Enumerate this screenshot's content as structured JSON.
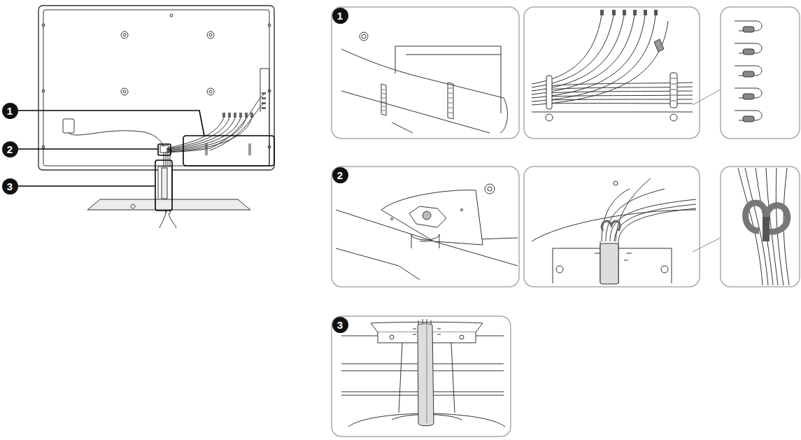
{
  "diagram": {
    "nodes": [
      {
        "text": [
          "1"
        ]
      },
      {
        "text": [
          "2"
        ]
      },
      {
        "text": [
          "3"
        ]
      },
      {
        "text": [
          "1"
        ]
      },
      {
        "text": [
          "2"
        ]
      },
      {
        "text": [
          "3"
        ]
      }
    ],
    "edges": []
  }
}
